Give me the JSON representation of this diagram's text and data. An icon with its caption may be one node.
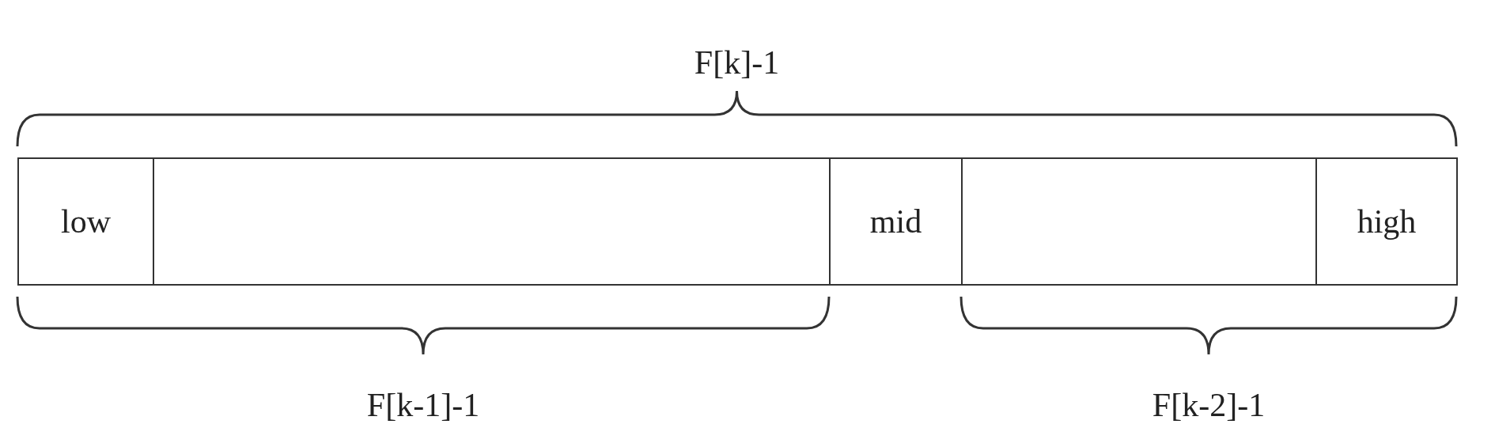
{
  "diagram": {
    "nodes": [
      {
        "text": [
          "low"
        ]
      },
      {
        "text": [],
        "shape": "box"
      },
      {
        "text": [
          "mid"
        ]
      },
      {
        "text": [],
        "shape": "box"
      },
      {
        "text": [
          "high"
        ]
      }
    ],
    "labels": [
      "F[k]-1",
      "F[k-1]-1",
      "F[k-2]-1"
    ]
  }
}
